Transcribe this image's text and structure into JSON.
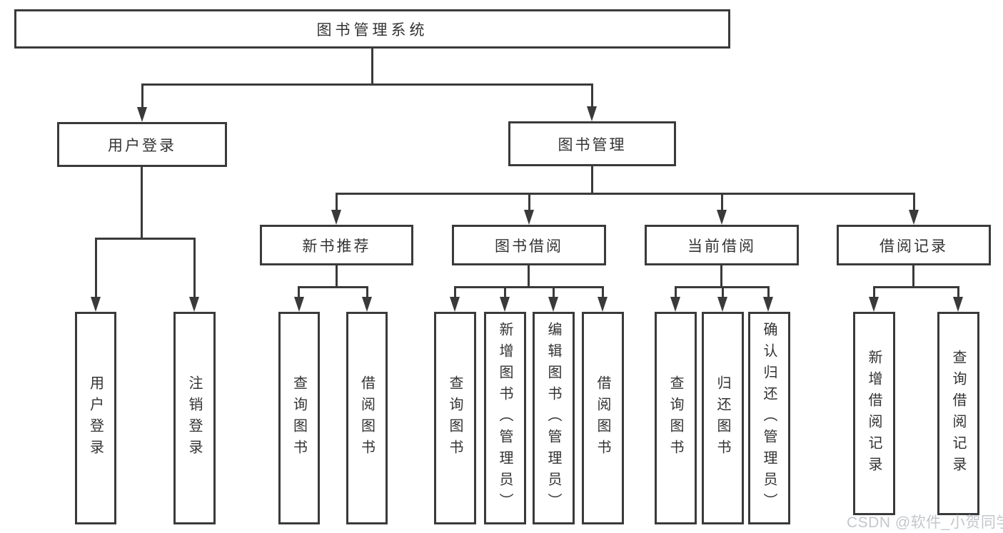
{
  "diagram": {
    "root": "图书管理系统",
    "branches": [
      {
        "label": "用户登录",
        "leaves": [
          "用户登录",
          "注销登录"
        ]
      },
      {
        "label": "图书管理",
        "children": [
          {
            "label": "新书推荐",
            "leaves": [
              "查询图书",
              "借阅图书"
            ]
          },
          {
            "label": "图书借阅",
            "leaves": [
              "查询图书",
              "新增图书（管理员）",
              "编辑图书（管理员）",
              "借阅图书"
            ]
          },
          {
            "label": "当前借阅",
            "leaves": [
              "查询图书",
              "归还图书",
              "确认归还（管理员）"
            ]
          },
          {
            "label": "借阅记录",
            "leaves": [
              "新增借阅记录",
              "查询借阅记录"
            ]
          }
        ]
      }
    ]
  },
  "watermark": {
    "text": "CSDN @软件_小贺同学"
  },
  "colors": {
    "line": "#3a3a3a",
    "text": "#333333",
    "background": "#ffffff",
    "watermark": "#c3c7cb"
  }
}
